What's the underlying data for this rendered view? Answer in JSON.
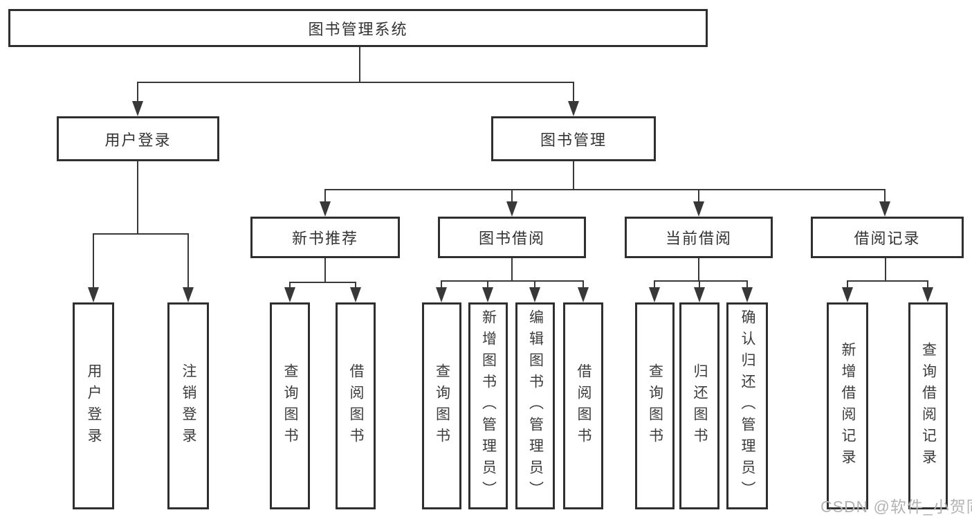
{
  "diagram": {
    "type": "hierarchy-tree",
    "title": "图书管理系统"
  },
  "nodes": {
    "root": "图书管理系统",
    "user_login": "用户登录",
    "book_management": "图书管理",
    "new_book_recommend": "新书推荐",
    "book_borrow": "图书借阅",
    "current_borrow": "当前借阅",
    "borrow_record": "借阅记录"
  },
  "leaves": {
    "login": "用户登录",
    "logout": "注销登录",
    "nb_query": "查询图书",
    "nb_borrow": "借阅图书",
    "bb_query": "查询图书",
    "bb_add": "新增图书（管理员）",
    "bb_edit": "编辑图书（管理员）",
    "bb_borrow": "借阅图书",
    "cb_query": "查询图书",
    "cb_return": "归还图书",
    "cb_confirm": "确认归还（管理员）",
    "br_add": "新增借阅记录",
    "br_query": "查询借阅记录"
  },
  "watermark": "CSDN @软件_小贺同学",
  "colors": {
    "background": "#ffffff",
    "box_border": "#2f2f2f",
    "line": "#383838",
    "text": "#333333",
    "watermark": "#b3b3b3"
  }
}
